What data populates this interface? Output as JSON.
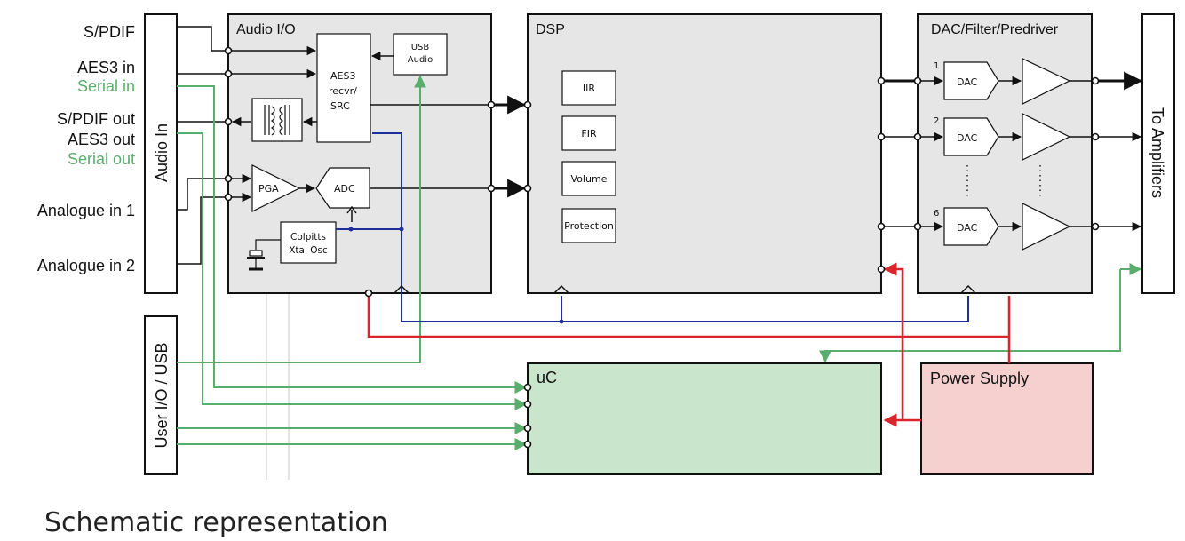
{
  "inputs": {
    "spdif": "S/PDIF",
    "aes3_in": "AES3 in",
    "serial_in": "Serial in",
    "spdif_out": "S/PDIF out",
    "aes3_out": "AES3 out",
    "serial_out": "Serial out",
    "analogue_in_1": "Analogue in 1",
    "analogue_in_2": "Analogue in 2"
  },
  "connectors": {
    "audio_in": "Audio In",
    "user_io_usb": "User I/O / USB",
    "to_amplifiers": "To Amplifiers"
  },
  "blocks": {
    "audio_io": "Audio I/O",
    "dsp": "DSP",
    "dac_filter": "DAC/Filter/Predriver",
    "uc": "uC",
    "power_supply": "Power Supply"
  },
  "audio_io_parts": {
    "usb_audio": [
      "USB",
      "Audio"
    ],
    "aes3_recvr": [
      "AES3",
      "recvr/",
      "SRC"
    ],
    "pga": "PGA",
    "adc": "ADC",
    "colpitts": [
      "Colpitts",
      "Xtal Osc"
    ]
  },
  "dsp_parts": [
    "IIR",
    "FIR",
    "Volume",
    "Protection"
  ],
  "dac_channels": [
    {
      "num": "1",
      "label": "DAC"
    },
    {
      "num": "2",
      "label": "DAC"
    },
    {
      "num": "6",
      "label": "DAC"
    }
  ],
  "caption": "Schematic representation",
  "colors": {
    "block_fill": "#e6e6e6",
    "uc_fill": "#c9e6cd",
    "power_fill": "#f6cfcf",
    "green": "#5aae6d",
    "blue": "#1f2f9a",
    "red": "#d8262c",
    "black": "#111111"
  }
}
